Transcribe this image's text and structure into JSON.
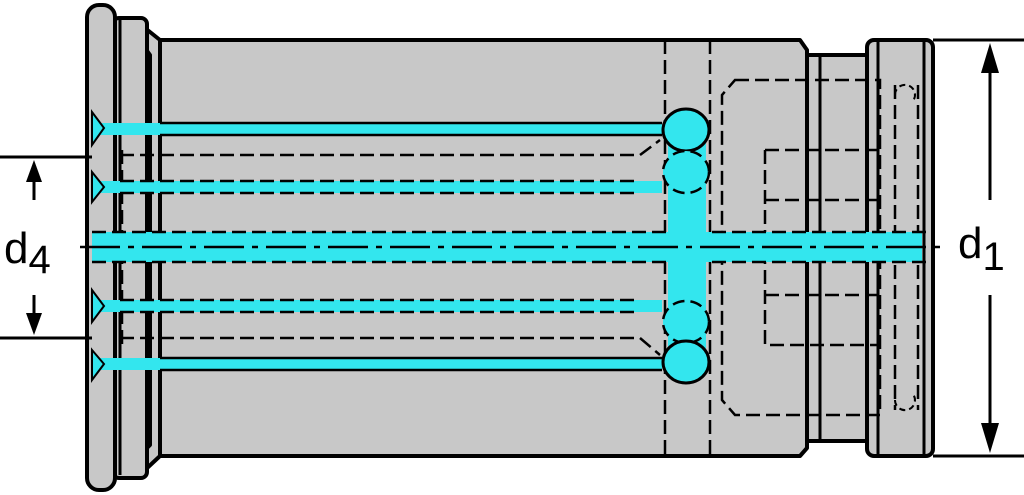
{
  "dimensions": {
    "left": {
      "main": "d",
      "sub": "4"
    },
    "right": {
      "main": "d",
      "sub": "1"
    }
  },
  "colors": {
    "body_fill": "#c8c8c8",
    "outline": "#000000",
    "coolant": "#33e6ee",
    "background": "#ffffff"
  }
}
